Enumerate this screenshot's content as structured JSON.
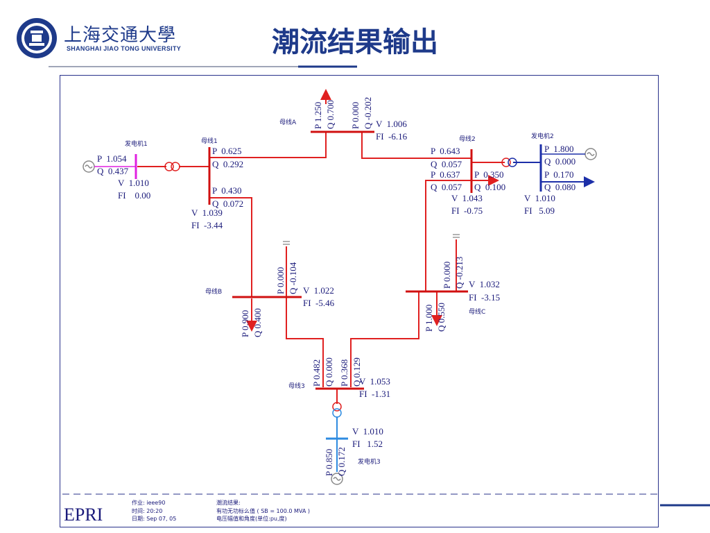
{
  "header": {
    "title": "潮流结果输出",
    "university_cn": "上海交通大學",
    "university_en": "SHANGHAI  JIAO TONG  UNIVERSITY"
  },
  "diagram": {
    "busA": {
      "name": "母线A",
      "p1": "P 1.250",
      "q1": "Q 0.700",
      "p2": "P 0.000",
      "q2": "Q -0.202",
      "v": "V  1.006",
      "fi": "FI  -6.16"
    },
    "bus1": {
      "name": "母线1",
      "p_top": "P  0.625",
      "q_top": "Q  0.292",
      "p_bot": "P  0.430",
      "q_bot": "Q  0.072",
      "v": "V  1.039",
      "fi": "FI  -3.44"
    },
    "gen1": {
      "name": "发电机1",
      "p": "P  1.054",
      "q": "Q  0.437",
      "v": "V  1.010",
      "fi": "FI    0.00"
    },
    "bus2": {
      "name": "母线2",
      "p_top": "P  0.643",
      "q_top": "Q  0.057",
      "p_bot": "P  0.637",
      "q_bot": "Q  0.057",
      "p_load": "P  0.350",
      "q_load": "Q  0.100",
      "v": "V  1.043",
      "fi": "FI  -0.75"
    },
    "gen2": {
      "name": "发电机2",
      "p1": "P  1.800",
      "q1": "Q  0.000",
      "p2": "P  0.170",
      "q2": "Q  0.080",
      "v": "V  1.010",
      "fi": "FI   5.09"
    },
    "busB": {
      "name": "母线B",
      "pc": "P 0.000",
      "qc": "Q -0.104",
      "pl": "P 0.900",
      "ql": "Q 0.400",
      "v": "V  1.022",
      "fi": "FI  -5.46"
    },
    "busC": {
      "name": "母线C",
      "pc": "P 0.000",
      "qc": "Q -0.213",
      "pl": "P 1.000",
      "ql": "Q 0.550",
      "v": "V  1.032",
      "fi": "FI  -3.15"
    },
    "bus3": {
      "name": "母线3",
      "p1": "P 0.482",
      "q1": "Q 0.000",
      "p2": "P 0.368",
      "q2": "Q 0.129",
      "v": "V  1.053",
      "fi": "FI  -1.31"
    },
    "gen3": {
      "name": "发电机3",
      "p": "P 0.850",
      "q": "Q 0.172",
      "v": "V  1.010",
      "fi": "FI   1.52"
    }
  },
  "footer": {
    "brand": "EPRI",
    "job": "作业: ieee90",
    "time": "时间: 20:20",
    "date": "日期: Sep 07, 05",
    "res1": "潮流结果:",
    "res2": "有功无功标么值 ( SB = 100.0 MVA )",
    "res3": "电压幅值和角度(单位:pu,度)"
  },
  "colors": {
    "primary": "#1e3a8a",
    "line": "#e02020",
    "bus": "#d01010",
    "gen1_bus": "#e020e0",
    "gen2_bus": "#1c2fa8",
    "gen3_bus": "#2e8be0"
  }
}
